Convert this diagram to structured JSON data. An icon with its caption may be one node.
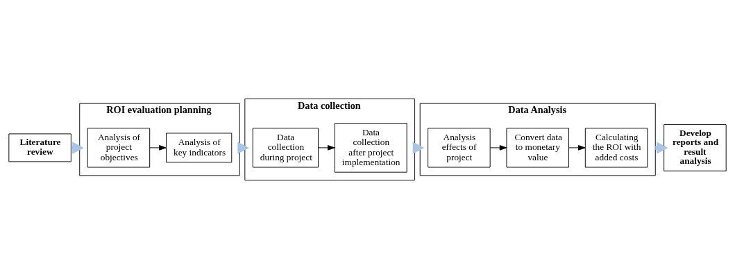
{
  "diagram": {
    "nodes": [
      {
        "text": [
          "Literature review"
        ]
      },
      {
        "text": [
          "ROI evaluation planning"
        ]
      },
      {
        "text": [
          "Analysis of project objectives"
        ],
        "in": 1
      },
      {
        "text": [
          "Analysis of key indicators"
        ],
        "in": 1
      },
      {
        "text": [
          "Data collection"
        ]
      },
      {
        "text": [
          "Data collection during project"
        ],
        "in": 4
      },
      {
        "text": [
          "Data collection after project implementation"
        ],
        "in": 4
      },
      {
        "text": [
          "Data Analysis"
        ]
      },
      {
        "text": [
          "Analysis effects of project"
        ],
        "in": 7
      },
      {
        "text": [
          "Convert data to monetary value"
        ],
        "in": 7
      },
      {
        "text": [
          "Calculating the ROI with added costs"
        ],
        "in": 7
      },
      {
        "text": [
          "Develop reports and result analysis"
        ]
      }
    ],
    "edges": [
      {
        "from": 0,
        "to": 1,
        "arrow": "to",
        "style": "thick",
        "color": "#a9c4e4"
      },
      {
        "from": 2,
        "to": 3,
        "arrow": "to",
        "color": "#000000"
      },
      {
        "from": 1,
        "to": 4,
        "arrow": "to",
        "style": "thick",
        "color": "#a9c4e4"
      },
      {
        "from": 5,
        "to": 6,
        "arrow": "to",
        "color": "#000000"
      },
      {
        "from": 4,
        "to": 7,
        "arrow": "to",
        "style": "thick",
        "color": "#a9c4e4"
      },
      {
        "from": 8,
        "to": 9,
        "arrow": "to",
        "color": "#000000"
      },
      {
        "from": 9,
        "to": 10,
        "arrow": "to",
        "color": "#000000"
      },
      {
        "from": 7,
        "to": 11,
        "arrow": "to",
        "style": "thick",
        "color": "#a9c4e4"
      }
    ]
  }
}
